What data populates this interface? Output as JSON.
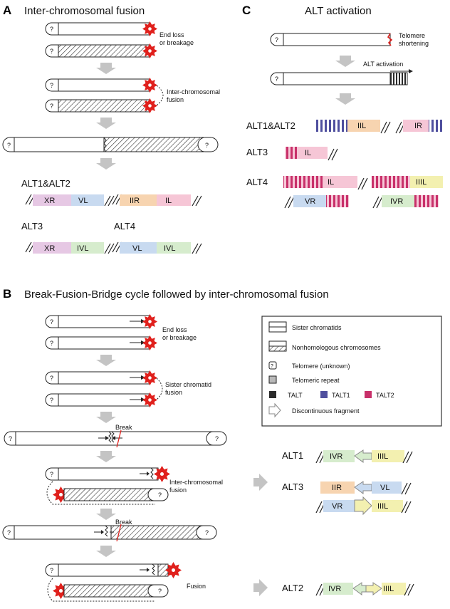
{
  "colors": {
    "talt": "#2b2b2b",
    "talt1": "#4f4f9e",
    "talt2": "#c8306a",
    "telomeric_repeat": "#b9b9b9",
    "end_burst": "#e0201c",
    "grey_arrow": "#c4c4c4",
    "XR": "#e6c8e4",
    "VL": "#c8daf0",
    "IIR": "#f7d4b0",
    "IL": "#f6c6d6",
    "IVL": "#d6eccd",
    "IVR": "#d6eccd",
    "VR": "#c8daf0",
    "IIL": "#f7d4b0",
    "IR": "#f6c6d6",
    "IIIL": "#f3f0b0"
  },
  "panelA": {
    "letter": "A",
    "title": "Inter-chromosomal fusion",
    "end_loss": "End loss\nor breakage",
    "fusion": "Inter-chromosomal\nfusion",
    "unknown_mark": "?",
    "groups": {
      "alt12": "ALT1&ALT2",
      "alt3": "ALT3",
      "alt4": "ALT4"
    },
    "segments": {
      "alt12_a": [
        "XR",
        "VL"
      ],
      "alt12_b": [
        "IIR",
        "IL"
      ],
      "alt3": [
        "XR",
        "IVL"
      ],
      "alt4": [
        "VL",
        "IVL"
      ]
    }
  },
  "panelB": {
    "letter": "B",
    "title": "Break-Fusion-Bridge cycle followed by inter-chromosomal fusion",
    "end_loss": "End loss\nor breakage",
    "sister_fusion": "Sister chromatid\nfusion",
    "break": "Break",
    "inter_fusion": "Inter-chromosomal\nfusion",
    "fusion": "Fusion",
    "groups": {
      "alt1": "ALT1",
      "alt3": "ALT3",
      "alt2": "ALT2"
    },
    "segments": {
      "alt1": [
        "IVR",
        "IIIL"
      ],
      "alt3_a": [
        "IIR",
        "VL"
      ],
      "alt3_b": [
        "VR",
        "IIIL"
      ],
      "alt2": [
        "IVR",
        "IIIL"
      ]
    }
  },
  "panelC": {
    "letter": "C",
    "title": "ALT activation",
    "shortening": "Telomere\nshortening",
    "activation": "ALT activation",
    "groups": {
      "alt12": "ALT1&ALT2",
      "alt3": "ALT3",
      "alt4": "ALT4"
    },
    "segments": {
      "alt12_a": "IIL",
      "alt12_b": "IR",
      "alt3": "IL",
      "alt4_a": "IL",
      "alt4_b": "IIIL",
      "alt4_c": "VR",
      "alt4_d": "IVR"
    }
  },
  "legend": {
    "items": [
      "Sister chromatids",
      "Nonhomologous chromosomes",
      "Telomere (unknown)",
      "Telomeric repeat",
      "TALT",
      "TALT1",
      "TALT2",
      "Discontinuous fragment"
    ]
  }
}
